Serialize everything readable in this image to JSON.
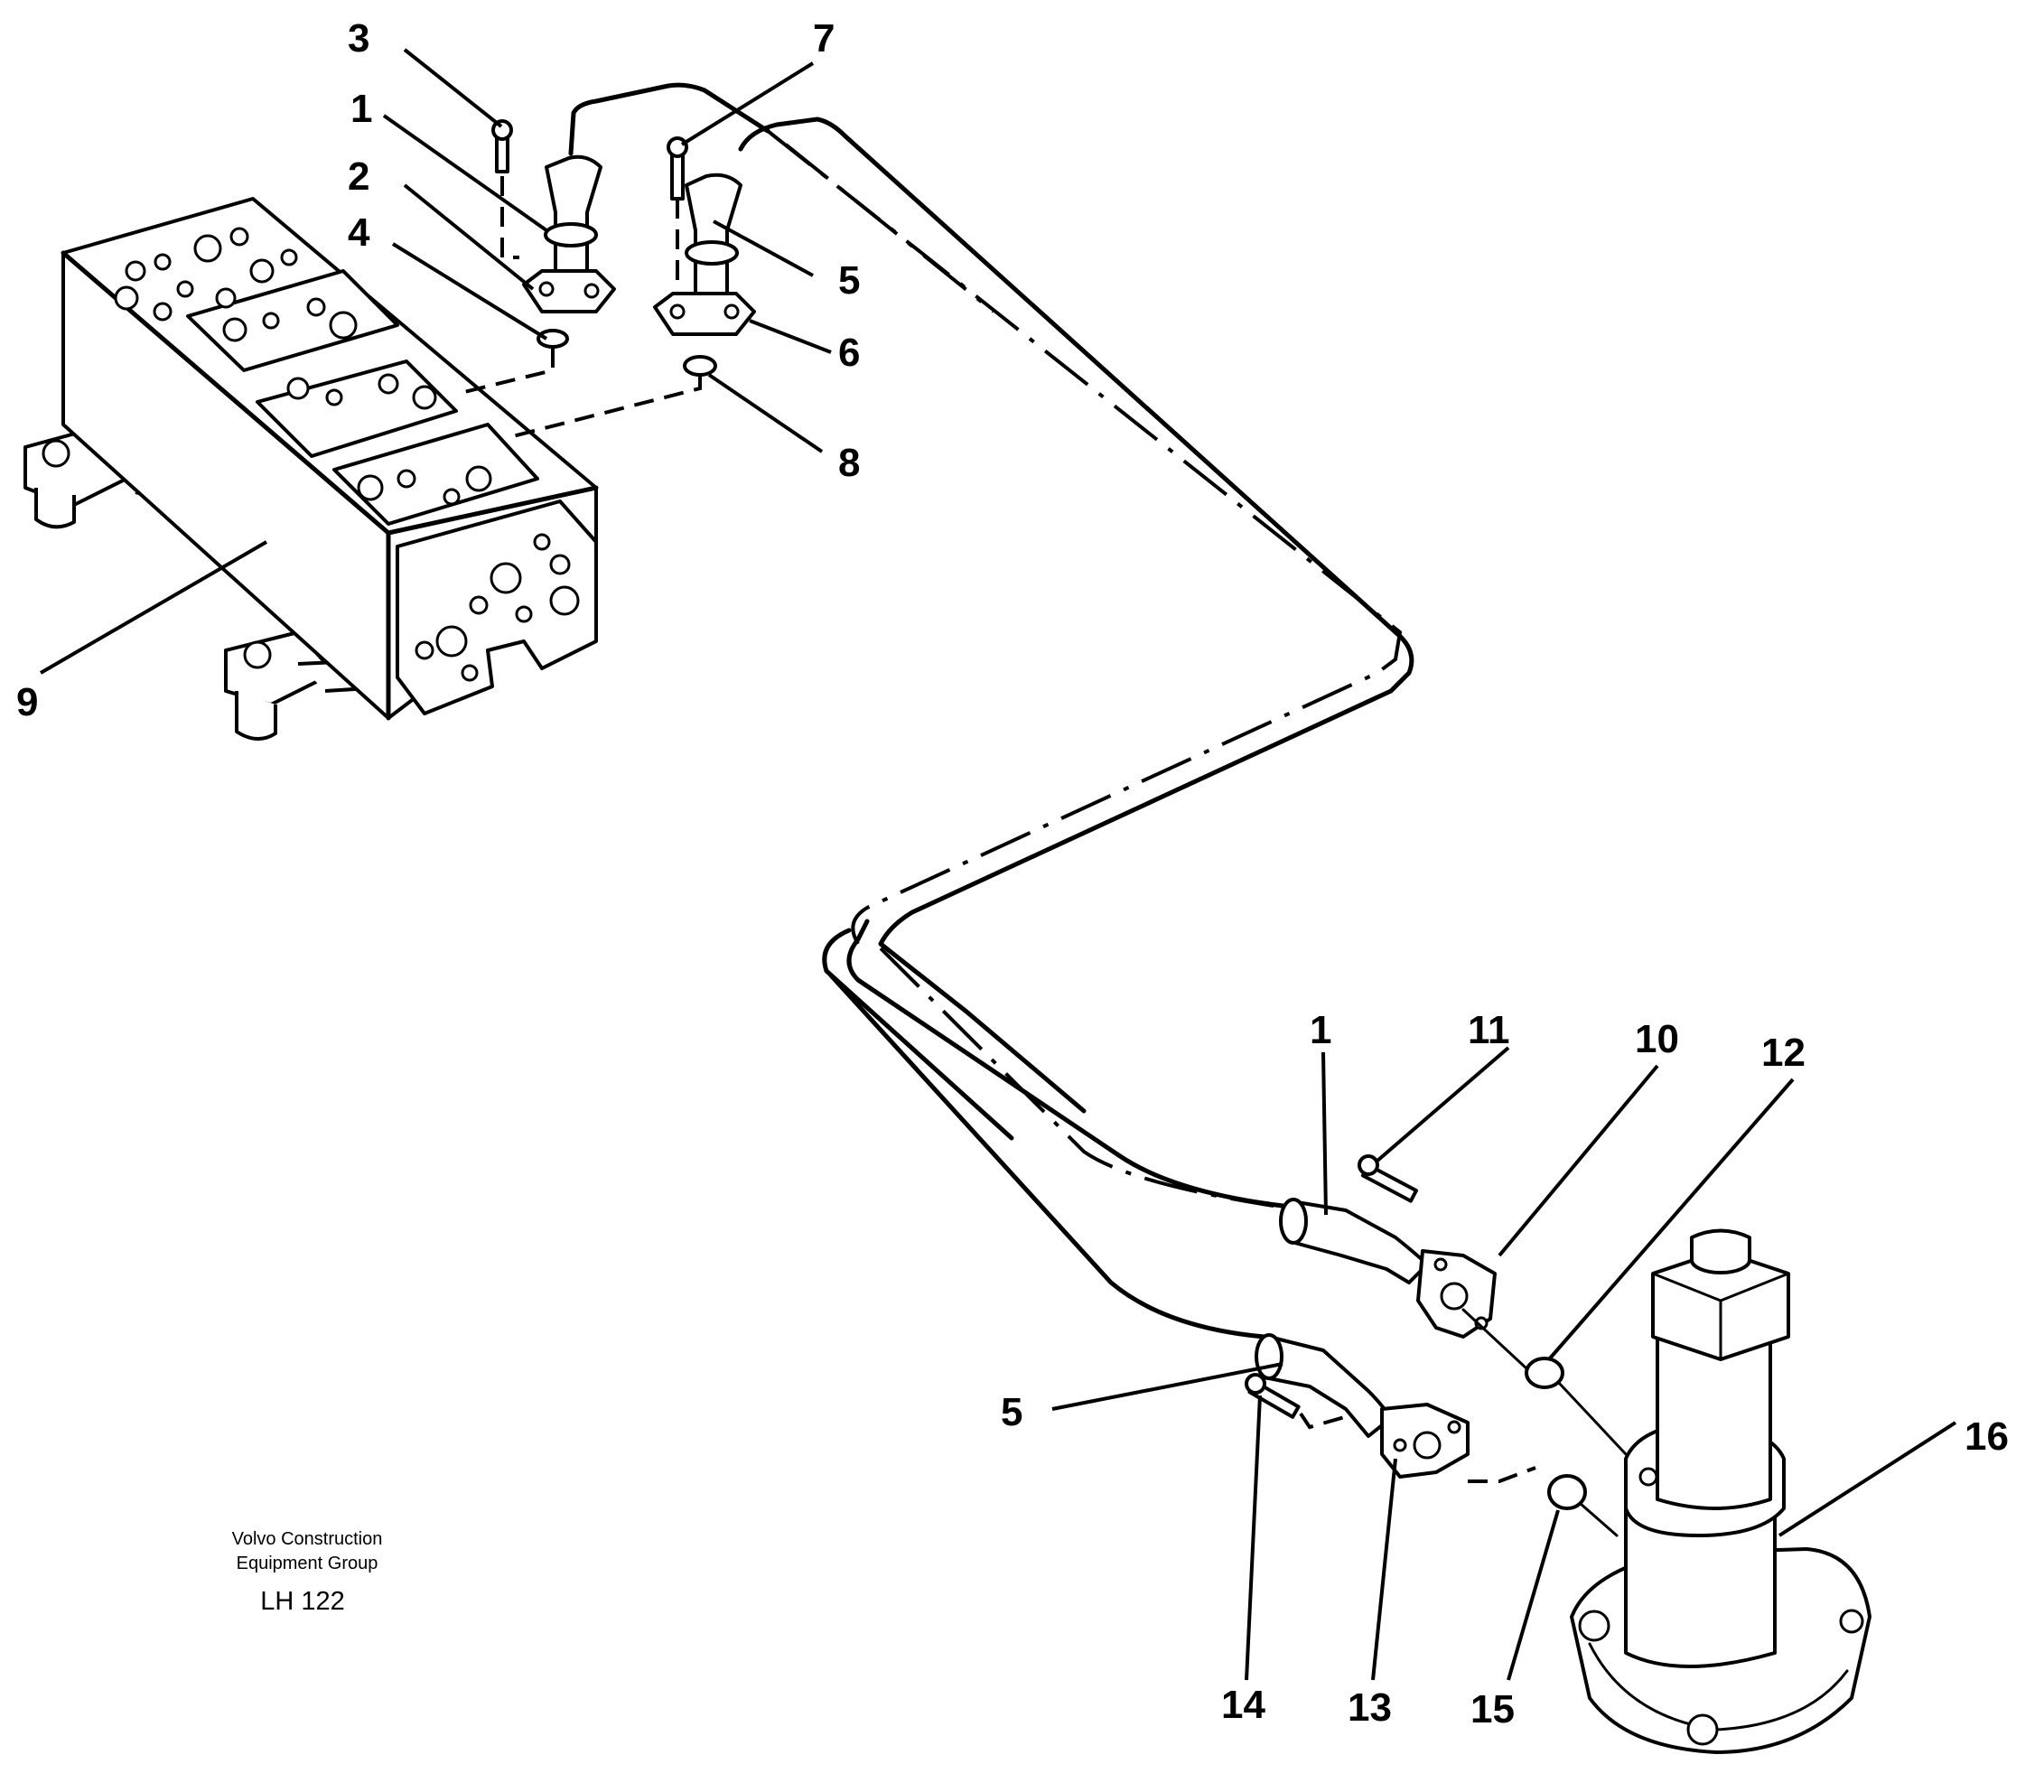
{
  "callouts": {
    "c3": "3",
    "c1_top": "1",
    "c2": "2",
    "c4": "4",
    "c7": "7",
    "c5_top": "5",
    "c6": "6",
    "c8": "8",
    "c9": "9",
    "c1_bottom": "1",
    "c11": "11",
    "c10": "10",
    "c12": "12",
    "c5_bottom": "5",
    "c16": "16",
    "c14": "14",
    "c13": "13",
    "c15": "15"
  },
  "caption": {
    "line1": "Volvo Construction",
    "line2": "Equipment Group",
    "code": "LH 122"
  }
}
